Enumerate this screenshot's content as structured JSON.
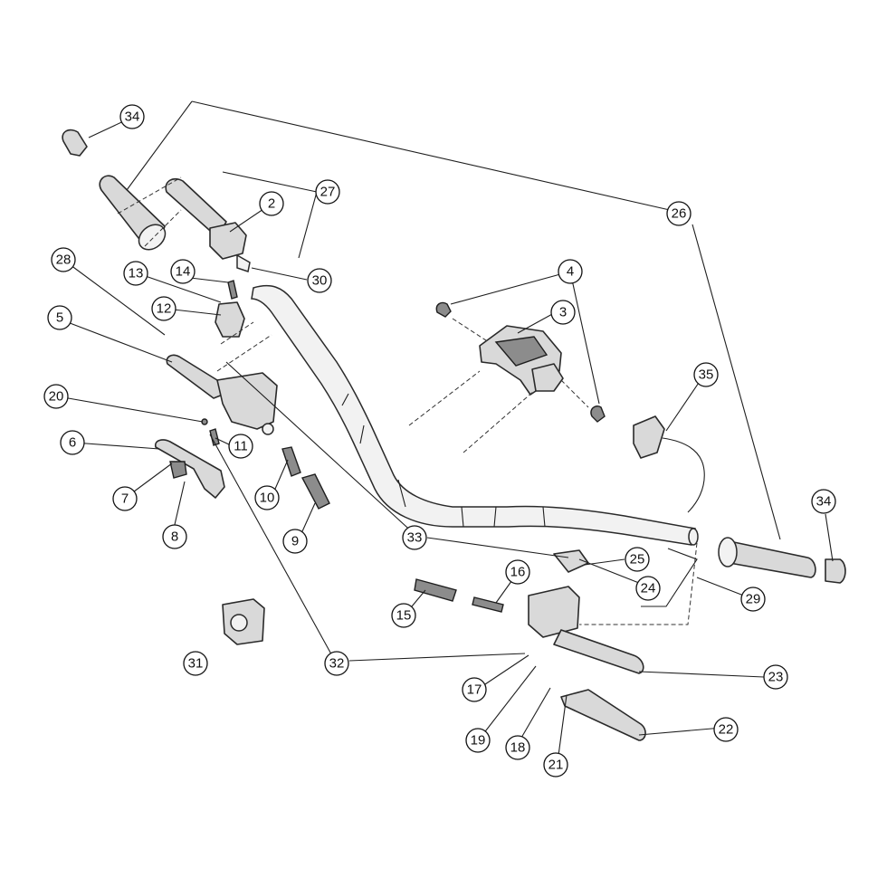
{
  "callouts": [
    {
      "id": "c2",
      "label": "2"
    },
    {
      "id": "c3",
      "label": "3"
    },
    {
      "id": "c4",
      "label": "4"
    },
    {
      "id": "c5",
      "label": "5"
    },
    {
      "id": "c6",
      "label": "6"
    },
    {
      "id": "c7",
      "label": "7"
    },
    {
      "id": "c8",
      "label": "8"
    },
    {
      "id": "c9",
      "label": "9"
    },
    {
      "id": "c10",
      "label": "10"
    },
    {
      "id": "c11",
      "label": "11"
    },
    {
      "id": "c12",
      "label": "12"
    },
    {
      "id": "c13",
      "label": "13"
    },
    {
      "id": "c14",
      "label": "14"
    },
    {
      "id": "c15",
      "label": "15"
    },
    {
      "id": "c16",
      "label": "16"
    },
    {
      "id": "c17",
      "label": "17"
    },
    {
      "id": "c18",
      "label": "18"
    },
    {
      "id": "c19",
      "label": "19"
    },
    {
      "id": "c20",
      "label": "20"
    },
    {
      "id": "c21",
      "label": "21"
    },
    {
      "id": "c22",
      "label": "22"
    },
    {
      "id": "c23",
      "label": "23"
    },
    {
      "id": "c24",
      "label": "24"
    },
    {
      "id": "c25",
      "label": "25"
    },
    {
      "id": "c26",
      "label": "26"
    },
    {
      "id": "c27",
      "label": "27"
    },
    {
      "id": "c28",
      "label": "28"
    },
    {
      "id": "c29",
      "label": "29"
    },
    {
      "id": "c30",
      "label": "30"
    },
    {
      "id": "c31",
      "label": "31"
    },
    {
      "id": "c32",
      "label": "32"
    },
    {
      "id": "c33",
      "label": "33"
    },
    {
      "id": "c34a",
      "label": "34"
    },
    {
      "id": "c34b",
      "label": "34"
    },
    {
      "id": "c35",
      "label": "35"
    }
  ]
}
